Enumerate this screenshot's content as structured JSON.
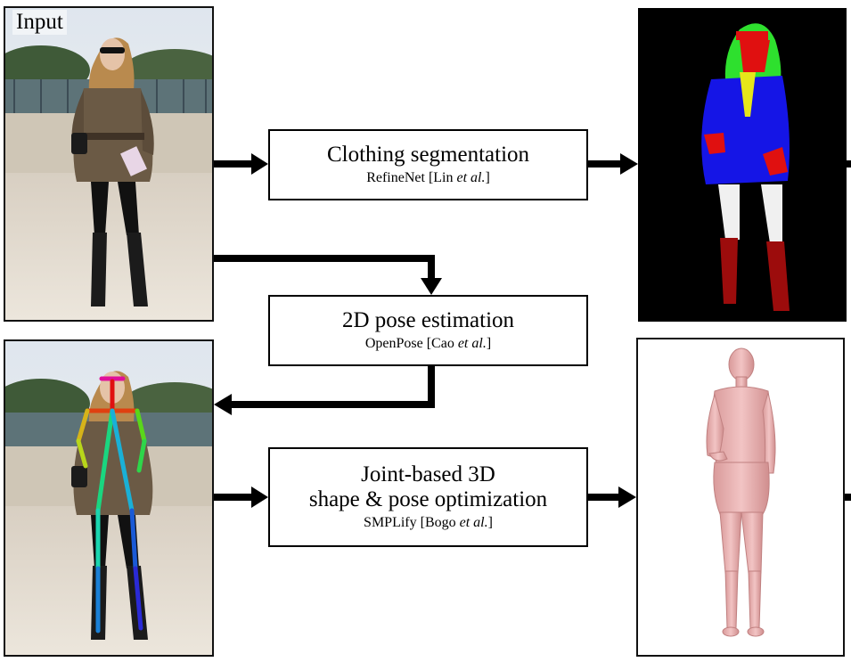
{
  "panels": {
    "input_label": "Input"
  },
  "steps": [
    {
      "title": "Clothing segmentation",
      "method": "RefineNet",
      "citation_author": "Lin",
      "citation_etal": "et al."
    },
    {
      "title": "2D pose estimation",
      "method": "OpenPose",
      "citation_author": "Cao",
      "citation_etal": "et al."
    },
    {
      "title_line1": "Joint-based 3D",
      "title_line2": "shape & pose optimization",
      "method": "SMPLify",
      "citation_author": "Bogo",
      "citation_etal": "et al."
    }
  ],
  "colors": {
    "arrow": "#000000",
    "seg_background": "#000000",
    "seg_hair": "#2ee02e",
    "seg_face": "#e01010",
    "seg_coat": "#1515e6",
    "seg_scarf": "#e6e61a",
    "seg_hands": "#e01010",
    "seg_pants": "#f0f0f0",
    "seg_boots": "#9c0c0c",
    "mesh_skin": "#eab3b3"
  }
}
